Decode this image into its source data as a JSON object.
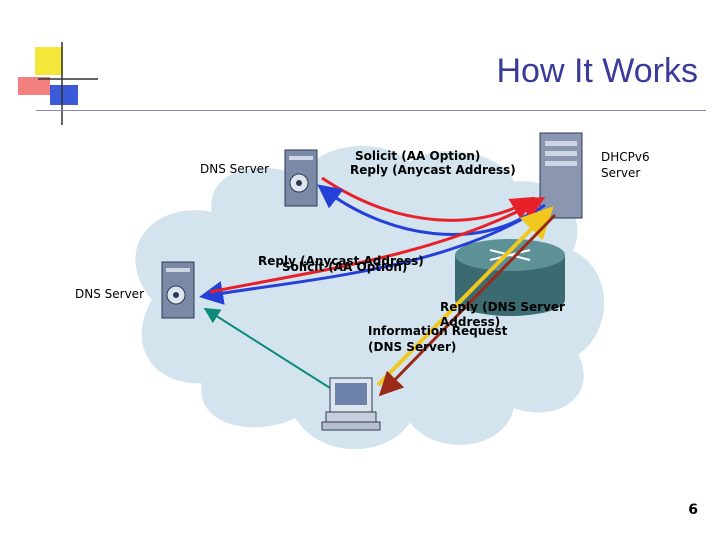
{
  "slide": {
    "title": "How It Works",
    "page_number": "6"
  },
  "nodes": {
    "dns_server_top": "DNS Server",
    "dns_server_left": "DNS Server",
    "dhcp_server_line1": "DHCPv6",
    "dhcp_server_line2": "Server"
  },
  "messages": {
    "solicit_top": "Solicit (AA Option)",
    "reply_top": "Reply (Anycast Address)",
    "reply_mid": "Reply (Anycast Address)",
    "solicit_mid": "Solicit (AA Option)",
    "reply_dns_line1": "Reply (DNS Server",
    "reply_dns_line2": "Address)",
    "info_req_line1": "Information Request",
    "info_req_line2": "(DNS Server)"
  },
  "colors": {
    "title": "#3a3a9a",
    "solicit_arrow": "#e8202a",
    "reply_arrow": "#2540d8",
    "info_arrow": "#f0c81e",
    "reply_dns_arrow": "#9a2a18",
    "client_dns_arrow": "#0c8a7a",
    "cloud_fill": "#d3e4ef"
  },
  "icons": [
    "server-icon",
    "router-icon",
    "computer-icon",
    "cloud-shape"
  ]
}
